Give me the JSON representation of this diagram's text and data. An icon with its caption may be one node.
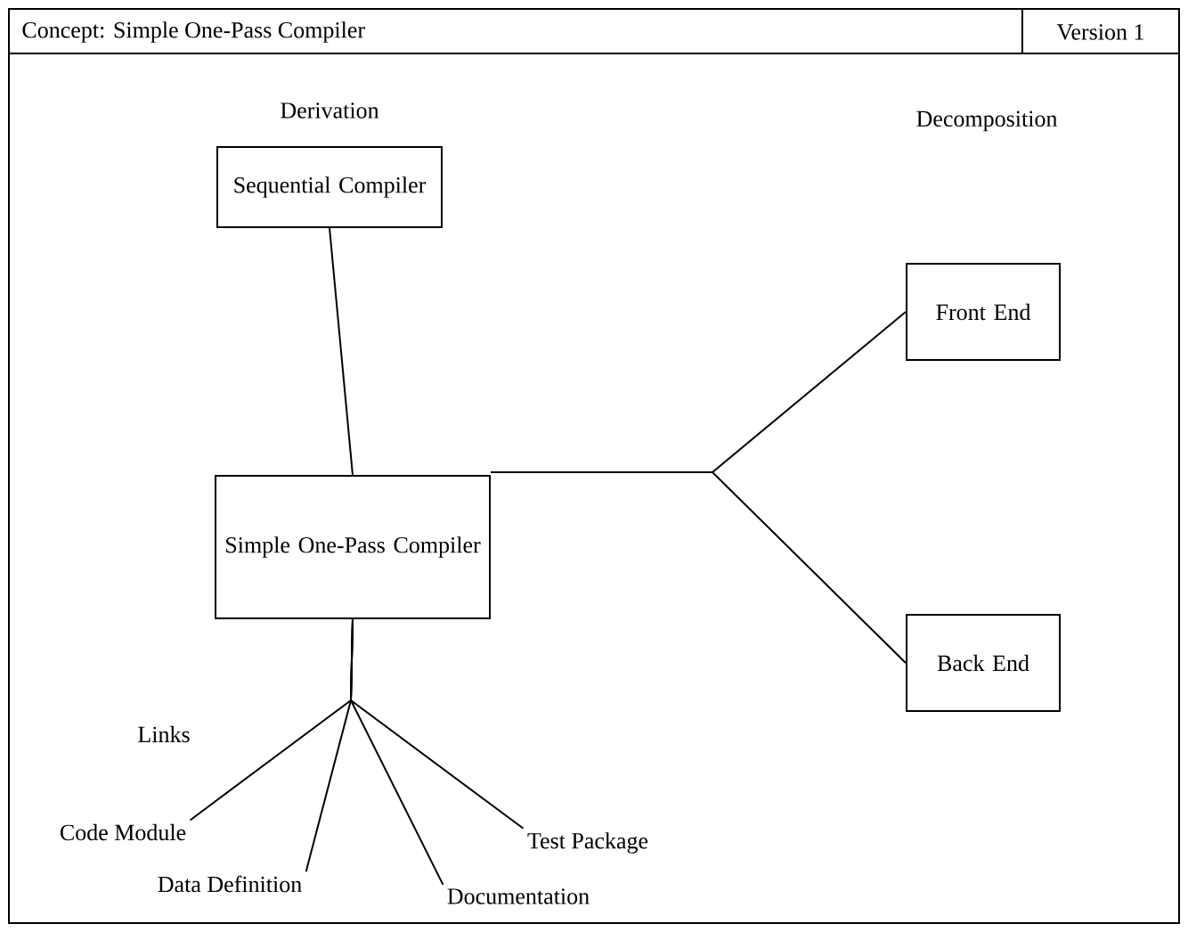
{
  "diagram": {
    "title": "Concept: Simple One-Pass Compiler",
    "nodes": [
      {
        "text": [
          "Sequential Compiler"
        ]
      },
      {
        "text": [
          "Simple One-Pass Compiler"
        ]
      },
      {
        "text": [
          "Front End"
        ]
      },
      {
        "text": [
          "Back End"
        ]
      },
      {
        "text": [
          "Code Module"
        ]
      },
      {
        "text": [
          "Data Definition"
        ]
      },
      {
        "text": [
          "Documentation"
        ]
      },
      {
        "text": [
          "Test Package"
        ]
      }
    ],
    "edges": [
      {
        "from": 0,
        "to": 1,
        "arrow": "none"
      },
      {
        "from": 1,
        "to": 2,
        "arrow": "none"
      },
      {
        "from": 1,
        "to": 3,
        "arrow": "none"
      },
      {
        "from": 1,
        "to": 4,
        "arrow": "none"
      },
      {
        "from": 1,
        "to": 5,
        "arrow": "none"
      },
      {
        "from": 1,
        "to": 6,
        "arrow": "none"
      },
      {
        "from": 1,
        "to": 7,
        "arrow": "none"
      }
    ],
    "labels": [
      "Version 1",
      "Derivation",
      "Decomposition",
      "Links"
    ]
  }
}
